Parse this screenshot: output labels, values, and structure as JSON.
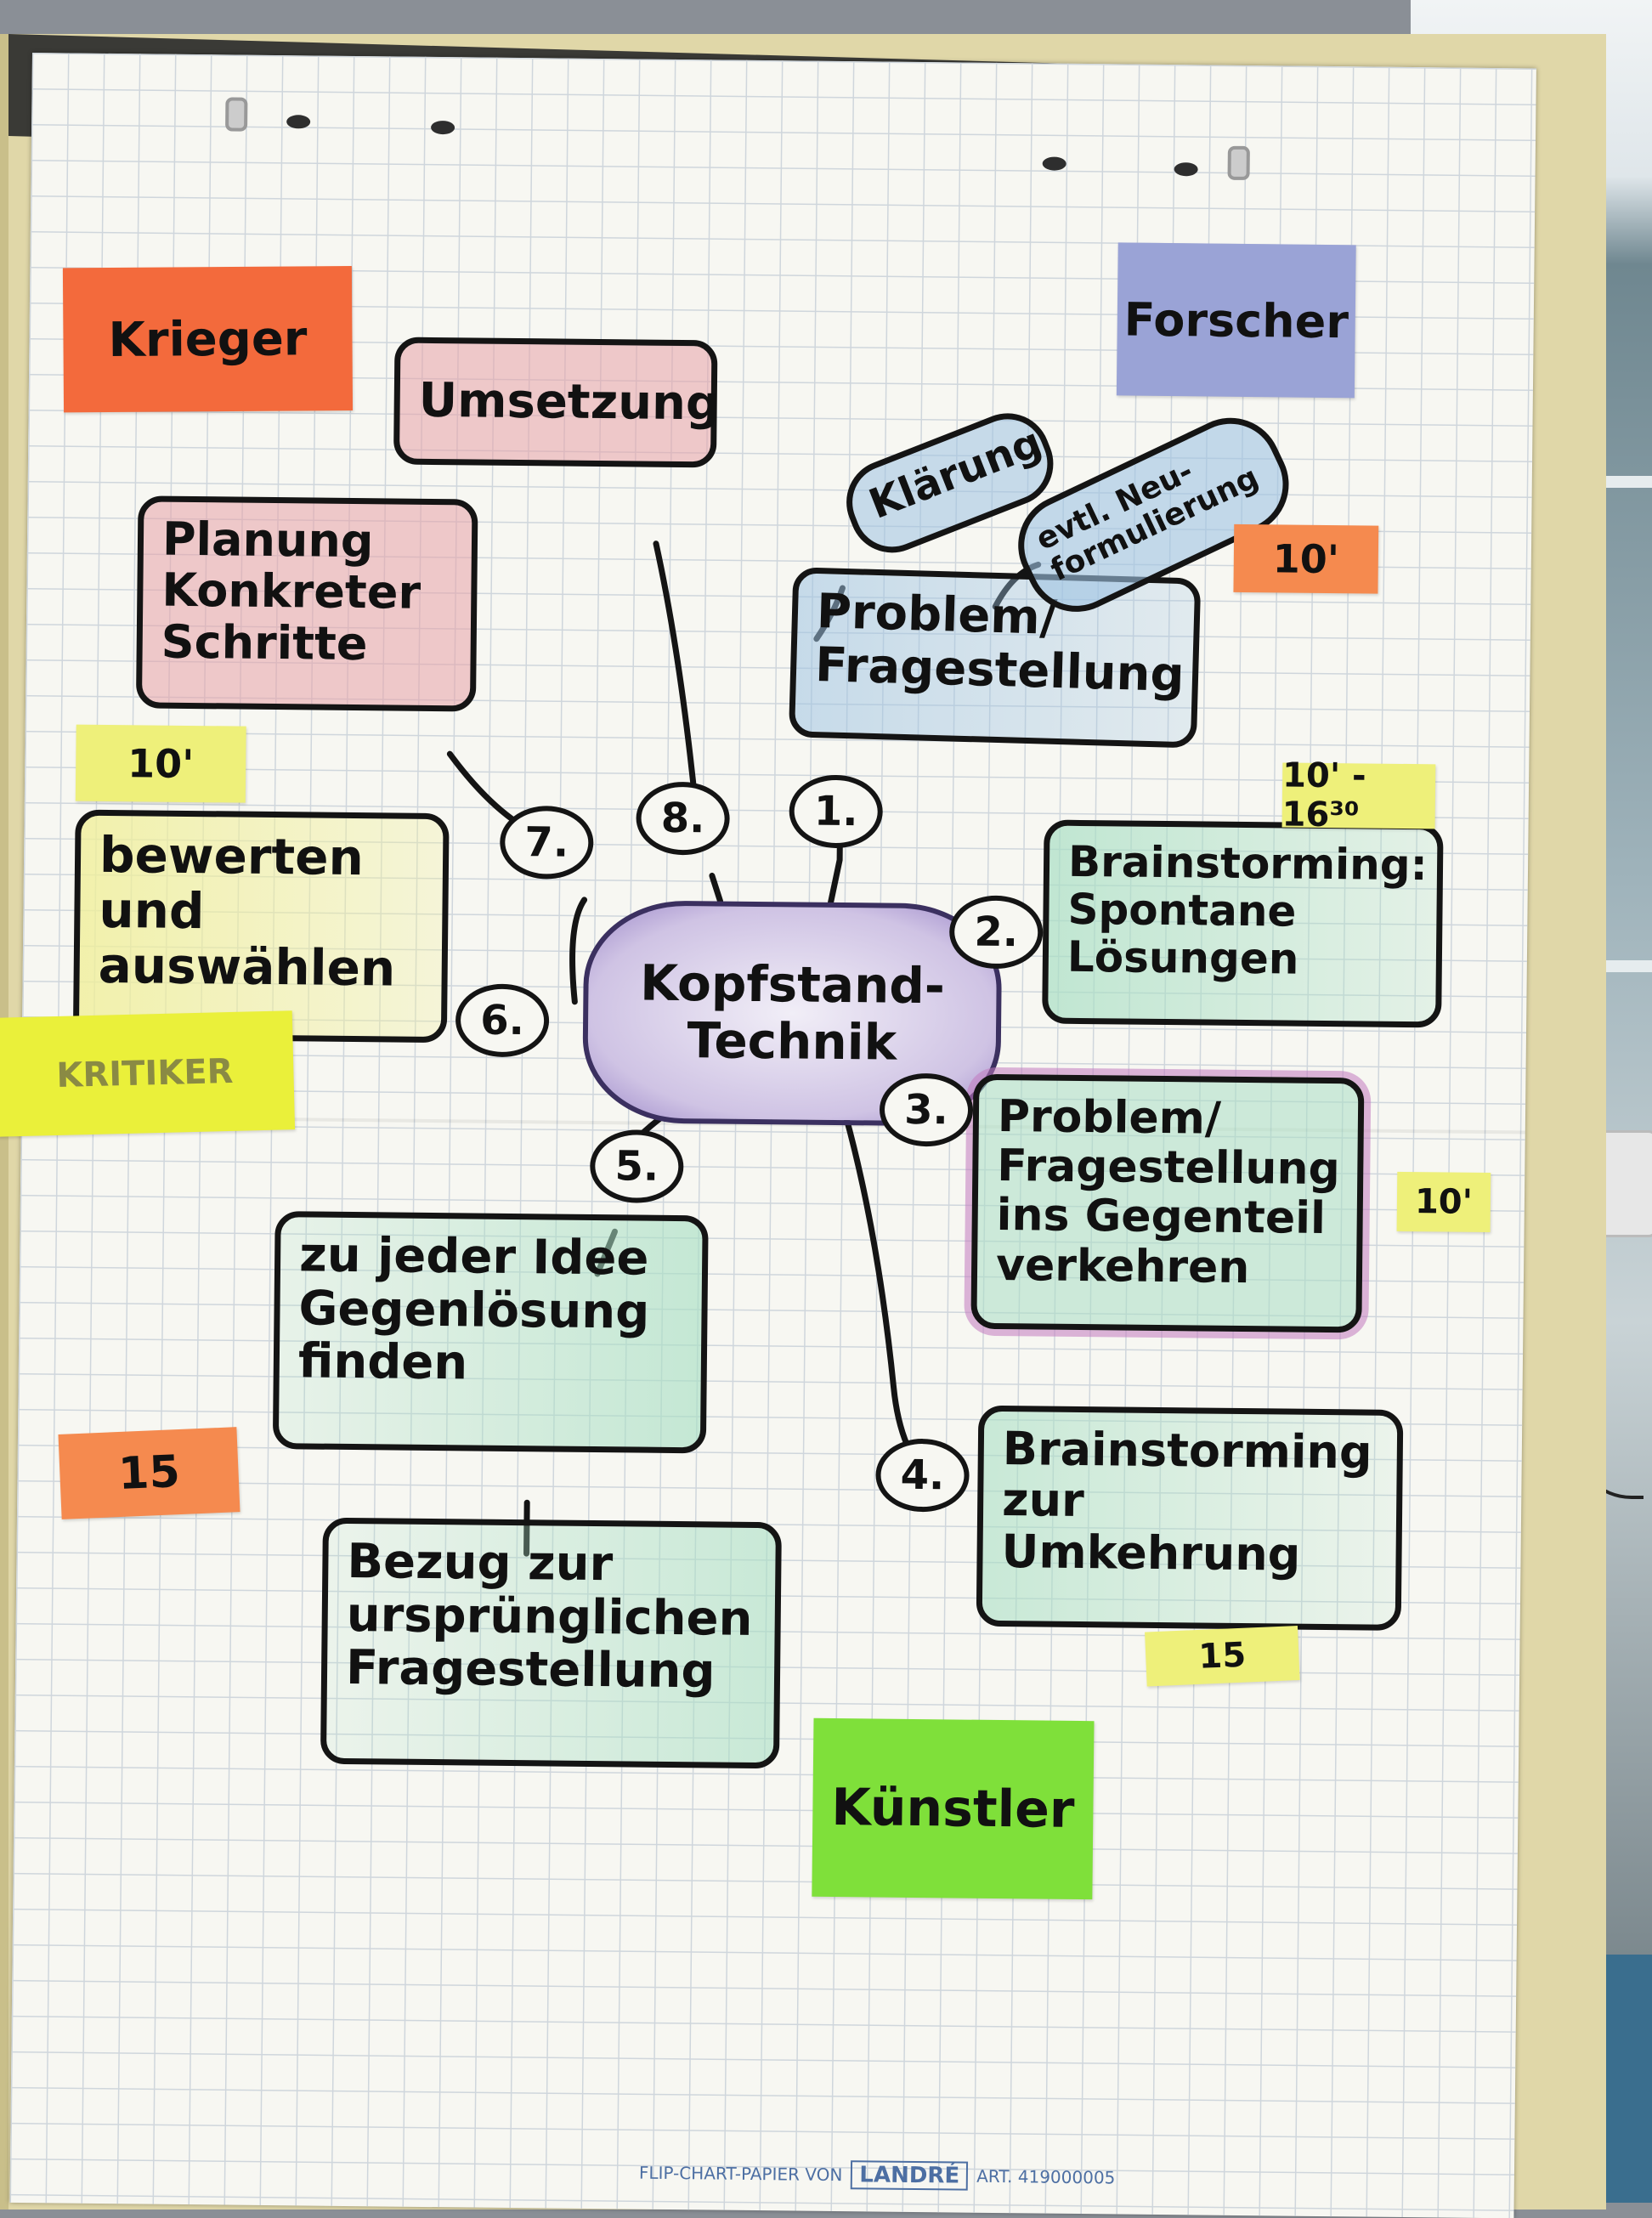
{
  "center": {
    "label": "Kopfstand-\nTechnik"
  },
  "nodes": [
    {
      "id": "problem-fragestellung",
      "text": "Problem/\nFragestellung"
    },
    {
      "id": "klaerung",
      "text": "Klärung"
    },
    {
      "id": "neuformulierung",
      "text": "evtl. Neu-\nformulierung"
    },
    {
      "id": "brainstorming-spontan",
      "text": "Brainstorming:\nSpontane\nLösungen"
    },
    {
      "id": "gegenteil",
      "text": "Problem/\nFragestellung\nins Gegenteil\nverkehren"
    },
    {
      "id": "brainstorming-umkehrung",
      "text": "Brainstorming\nzur\nUmkehrung"
    },
    {
      "id": "gegenloesung",
      "text": "zu jeder Idee\nGegenlösung\nfinden"
    },
    {
      "id": "bezug",
      "text": "Bezug zur\nursprünglichen\nFragestellung"
    },
    {
      "id": "bewerten",
      "text": "bewerten\nund\nauswählen"
    },
    {
      "id": "planung",
      "text": "Planung\nKonkreter\nSchritte"
    },
    {
      "id": "umsetzung",
      "text": "Umsetzung"
    }
  ],
  "steps": [
    "1.",
    "2.",
    "3.",
    "4.",
    "5.",
    "6.",
    "7.",
    "8."
  ],
  "roles": [
    {
      "id": "krieger",
      "text": "Krieger",
      "color": "#f36a3c"
    },
    {
      "id": "forscher",
      "text": "Forscher",
      "color": "#9aa3d6"
    },
    {
      "id": "kuenstler",
      "text": "Künstler",
      "color": "#7fe03a"
    },
    {
      "id": "kritiker",
      "text": "KRITIKER",
      "color": "#eaf03a"
    }
  ],
  "time_notes": [
    {
      "id": "t-forscher",
      "text": "10'",
      "color": "#f58a4f"
    },
    {
      "id": "t-planung",
      "text": "10'",
      "color": "#eef07a"
    },
    {
      "id": "t-brainstorm",
      "text": "10' - 16³⁰",
      "color": "#eef07a"
    },
    {
      "id": "t-gegenteil",
      "text": "10'",
      "color": "#eef07a"
    },
    {
      "id": "t-krieger",
      "text": "15",
      "color": "#f58a4f"
    },
    {
      "id": "t-kuenstler",
      "text": "15",
      "color": "#eef07a"
    }
  ],
  "footer": {
    "prefix": "FLIP-CHART-PAPIER VON",
    "brand": "LANDRÉ",
    "article": "ART. 419000005"
  },
  "colors": {
    "pink_highlight": "#e8a2a8",
    "blue_highlight": "#9ec3e2",
    "green_highlight": "#a9dfc4",
    "yellow_highlight": "#f0ef9a",
    "magenta_border": "#c27ac0"
  }
}
